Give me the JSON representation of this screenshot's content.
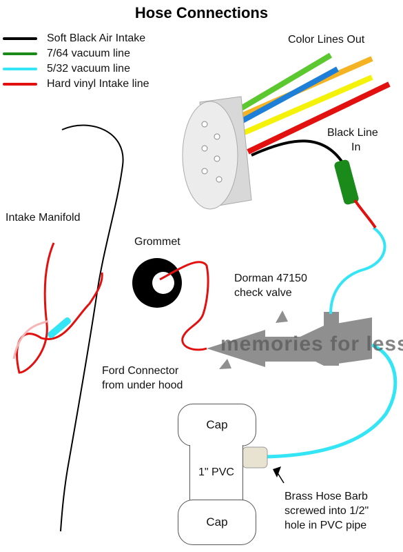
{
  "title": "Hose Connections",
  "legend": [
    {
      "label": "Soft Black Air Intake",
      "color": "#000000"
    },
    {
      "label": "7/64 vacuum line",
      "color": "#1a8a1a"
    },
    {
      "label": "5/32 vacuum line",
      "color": "#33e5f5"
    },
    {
      "label": "Hard vinyl Intake line",
      "color": "#e31010"
    }
  ],
  "labels": {
    "color_lines_out": "Color Lines Out",
    "black_line_in_1": "Black Line",
    "black_line_in_2": "In",
    "intake_manifold": "Intake Manifold",
    "grommet": "Grommet",
    "check_valve_1": "Dorman 47150",
    "check_valve_2": "check valve",
    "ford_connector_1": "Ford Connector",
    "ford_connector_2": "from under hood",
    "cap_top": "Cap",
    "pvc": "1\" PVC",
    "cap_bottom": "Cap",
    "barb_1": "Brass Hose Barb",
    "barb_2": "screwed into 1/2\"",
    "barb_3": "hole in PVC pipe"
  },
  "watermark": "memories for less",
  "colors": {
    "black": "#000000",
    "green": "#1a8a1a",
    "cyan": "#33e5f5",
    "red": "#e31010",
    "yellow": "#f5f20a",
    "orange": "#f4b323",
    "blue": "#1e7fd9",
    "lime": "#5cc82f",
    "arrow_gray": "#8f8f8f",
    "connector_face": "#e8e8e8"
  }
}
